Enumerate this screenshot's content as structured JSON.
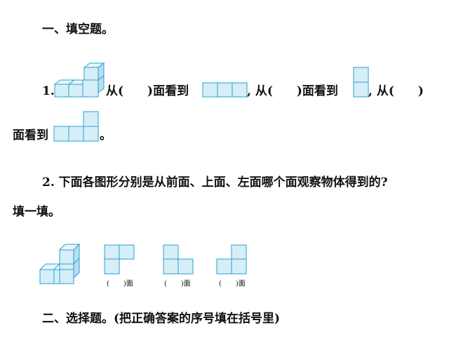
{
  "section1": {
    "heading": "一、填空题。"
  },
  "q1": {
    "number": "1.",
    "part1": "从(　　)面看到",
    "part2": ", 从(　　)面看到",
    "part3": ", 从(　　)",
    "line2a": "面看到",
    "line2b": "。"
  },
  "q2": {
    "line1": "2. 下面各图形分别是从前面、上面、左面哪个面观察物体得到的?",
    "line2": "填一填。",
    "answers": [
      {
        "label": "(　　)面"
      },
      {
        "label": "(　　)面"
      },
      {
        "label": "(　　)面"
      }
    ]
  },
  "section2": {
    "heading": "二、选择题。(把正确答案的序号填在括号里)"
  },
  "colors": {
    "cube_fill": "#d6eef8",
    "cube_stroke": "#2aa0d0",
    "cube_top": "#e9f6fc",
    "cube_side": "#b8def0"
  }
}
